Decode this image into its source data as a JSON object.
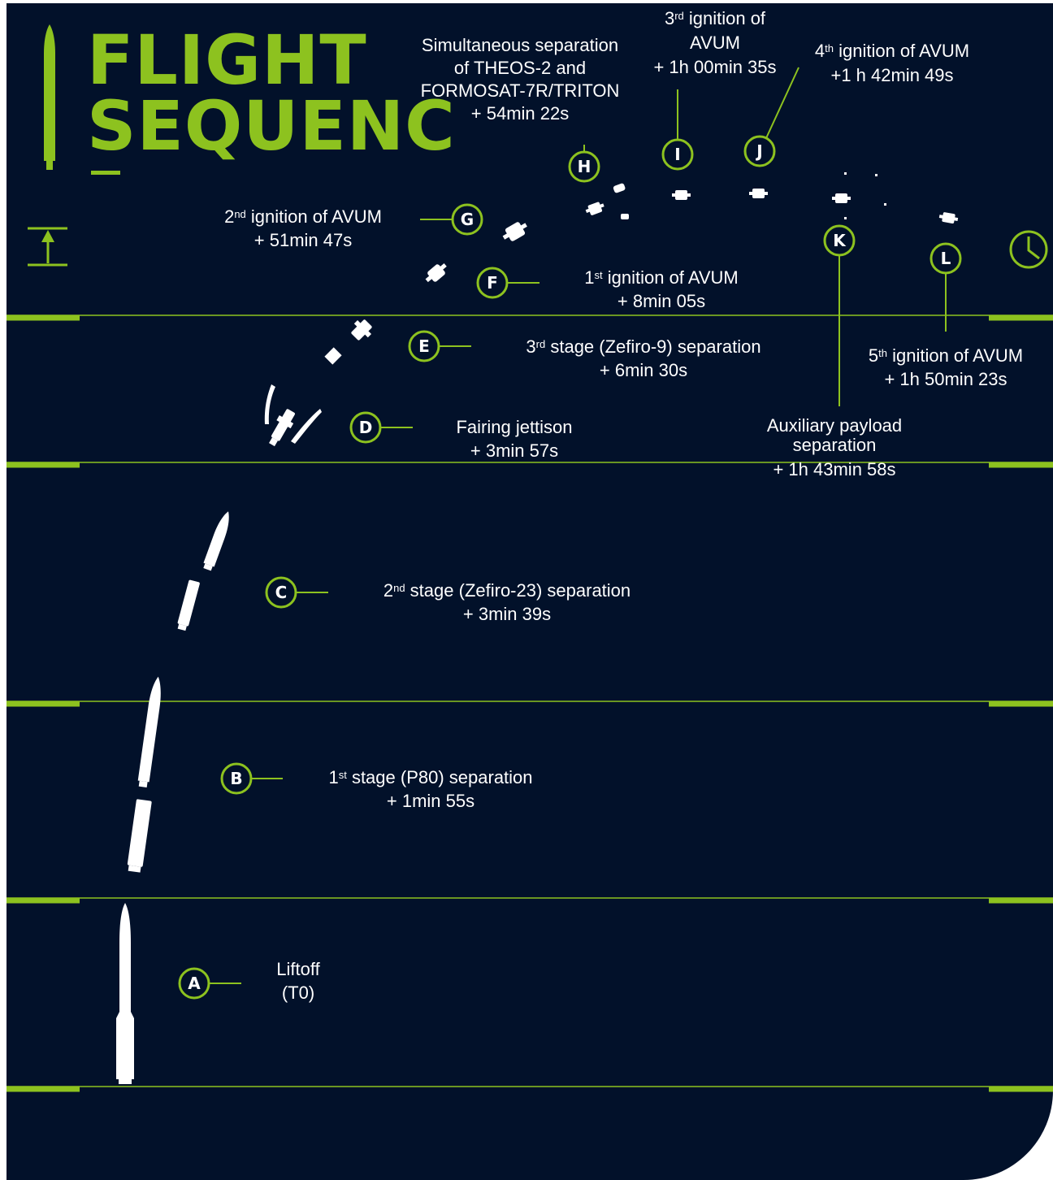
{
  "title": {
    "line1": "FLIGHT",
    "line2": "SEQUENC"
  },
  "colors": {
    "background": "#02112a",
    "accent": "#8dc21f",
    "text": "#ffffff"
  },
  "icons": {
    "rocket": "rocket-icon",
    "altitude": "altitude-icon",
    "clock": "clock-icon"
  },
  "events": [
    {
      "marker": "A",
      "lines": [
        "Liftoff",
        "(T0)"
      ]
    },
    {
      "marker": "B",
      "ordinal": "1",
      "sup": "st",
      "rest": " stage (P80) separation",
      "time": "+ 1min 55s"
    },
    {
      "marker": "C",
      "ordinal": "2",
      "sup": "nd",
      "rest": " stage (Zefiro-23) separation",
      "time": "+ 3min 39s"
    },
    {
      "marker": "D",
      "lines": [
        "Fairing jettison",
        "+ 3min 57s"
      ]
    },
    {
      "marker": "E",
      "ordinal": "3",
      "sup": "rd",
      "rest": " stage (Zefiro-9) separation",
      "time": "+ 6min 30s"
    },
    {
      "marker": "F",
      "ordinal": "1",
      "sup": "st",
      "rest": " ignition of AVUM",
      "time": "+ 8min 05s"
    },
    {
      "marker": "G",
      "ordinal": "2",
      "sup": "nd",
      "rest": " ignition of AVUM",
      "time": "+ 51min 47s"
    },
    {
      "marker": "H",
      "lines": [
        "Simultaneous separation",
        "of THEOS-2 and",
        "FORMOSAT-7R/TRITON",
        "+ 54min 22s"
      ]
    },
    {
      "marker": "I",
      "ordinal": "3",
      "sup": "rd",
      "rest": " ignition of",
      "line2": "AVUM",
      "time": "+ 1h 00min 35s"
    },
    {
      "marker": "J",
      "ordinal": "4",
      "sup": "th",
      "rest": " ignition of AVUM",
      "time": "+1 h 42min 49s"
    },
    {
      "marker": "K",
      "lines": [
        "Auxiliary payload",
        "separation",
        "+ 1h 43min 58s"
      ]
    },
    {
      "marker": "L",
      "ordinal": "5",
      "sup": "th",
      "rest": " ignition of AVUM",
      "time": "+ 1h 50min 23s"
    }
  ]
}
